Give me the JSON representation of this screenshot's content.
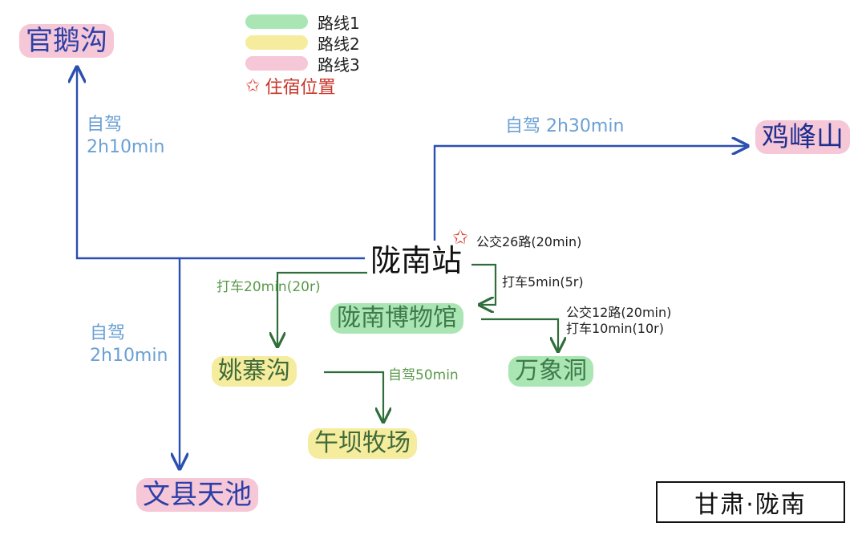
{
  "legend": {
    "items": [
      {
        "label": "路线1",
        "color": "#a9e6b4"
      },
      {
        "label": "路线2",
        "color": "#f6ec9e"
      },
      {
        "label": "路线3",
        "color": "#f6c7d6"
      }
    ],
    "star_label": "住宿位置",
    "star_color": "#d9463a"
  },
  "colors": {
    "route1": "#a9e6b4",
    "route2": "#f6ec9e",
    "route3": "#f6c7d6",
    "blue_line": "#2a4fb0",
    "green_line": "#2f6e3a",
    "blue_text": "#6aa0d4",
    "green_text": "#5a9a4a"
  },
  "nodes": {
    "guanezhou": "官鹅沟",
    "jifengshan": "鸡峰山",
    "longnan_station": "陇南站",
    "museum": "陇南博物馆",
    "wanxiangdong": "万象洞",
    "yaozhaigou": "姚寨沟",
    "qianbamuchang": "午坝牧场",
    "tianchi": "文县天池"
  },
  "labels": {
    "to_guanezhou_line1": "自驾",
    "to_guanezhou_line2": "2h10min",
    "to_tianchi_line1": "自驾",
    "to_tianchi_line2": "2h10min",
    "to_jifengshan": "自驾 2h30min",
    "bus26": "公交26路(20min)",
    "taxi_museum": "打车5min(5r)",
    "taxi_yaozhai": "打车20min(20r)",
    "bus12_line1": "公交12路(20min)",
    "bus12_line2": "打车10min(10r)",
    "drive50": "自驾50min"
  },
  "title_stamp": "甘肃·陇南"
}
